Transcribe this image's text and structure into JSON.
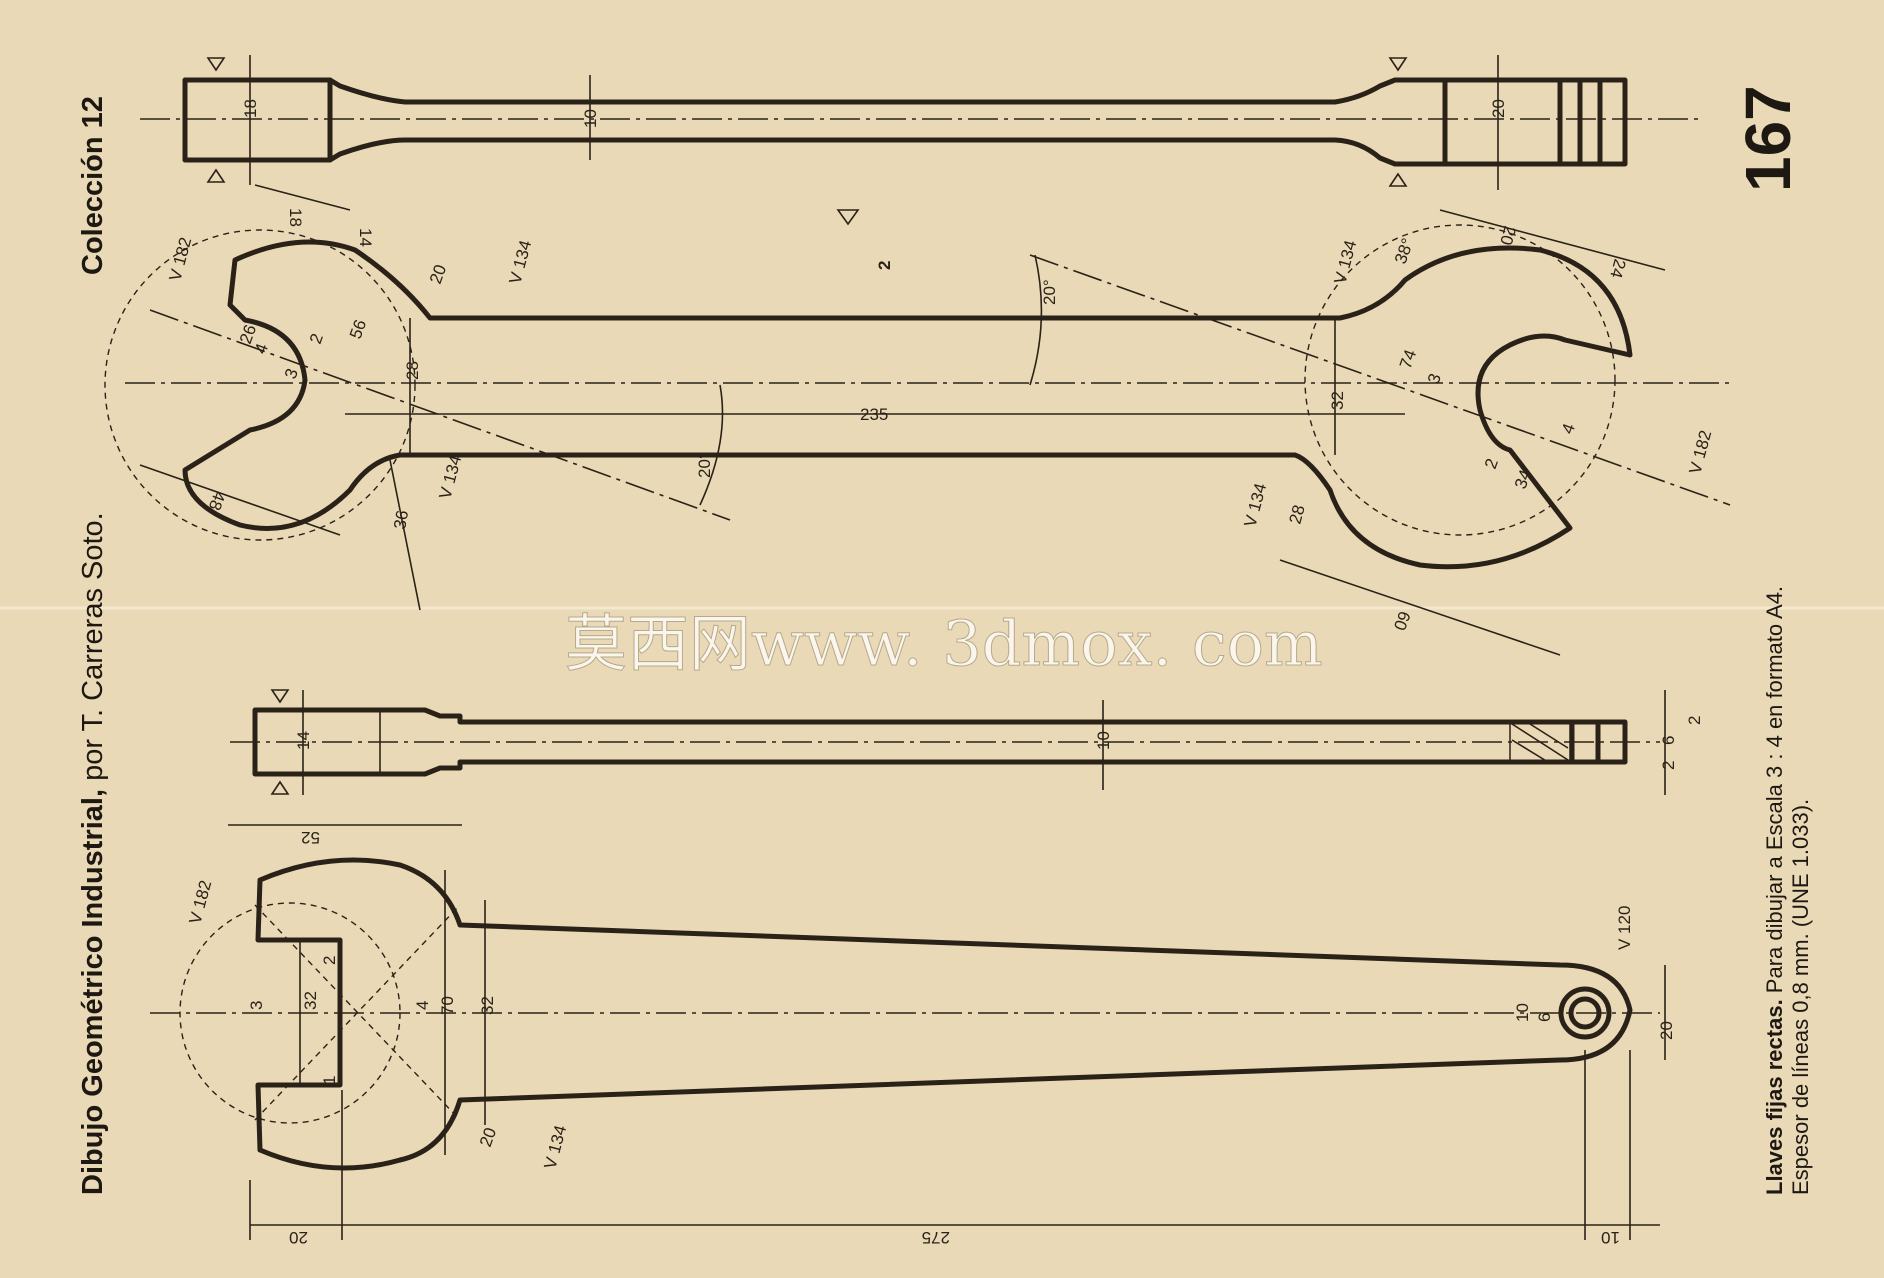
{
  "header": {
    "title_bold": "Dibujo Geométrico Industrial,",
    "title_rest": " por T. Carreras Soto.",
    "collection": "Colección 12",
    "page_number": "167"
  },
  "caption": {
    "title_bold": "Llaves fijas rectas.",
    "line1_rest": "  Para dibujar a Escala 3 : 4 en formato A4.",
    "line2": "Espesor de líneas 0,8 mm.  (UNE 1.033)."
  },
  "watermark": "莫西网www. 3dmox. com",
  "surface_finish": "2",
  "top_views": {
    "upper_left_thickness": "18",
    "upper_shaft_thickness": "10",
    "upper_right_thickness": "20",
    "lower_left_thickness": "14",
    "lower_shaft_thickness": "10",
    "lower_right_dims": [
      "6",
      "2",
      "2"
    ]
  },
  "double_wrench": {
    "length": "235",
    "left_jaw_width": "18",
    "left_dim_14": "14",
    "left_radius_a": "V 182",
    "left_radius_b": "V 134",
    "left_dim_20": "20",
    "left_dim_26": "26",
    "left_dim_56": "56",
    "left_pts": [
      "4",
      "2",
      "3"
    ],
    "left_handle": "28",
    "left_radius_c": "V 134",
    "left_dim_36": "36",
    "left_dim_48": "48",
    "angle_upper": "20°",
    "angle_lower": "20°",
    "right_radius_a": "V 134",
    "right_angle": "38°",
    "right_dim_20": "20",
    "right_dim_24": "24",
    "right_handle": "32",
    "right_pts": [
      "74",
      "3",
      "4",
      "2",
      "34"
    ],
    "right_radius_b": "V 182",
    "right_radius_c": "V 134",
    "right_dim_28": "28",
    "right_dim_60": "60"
  },
  "single_wrench": {
    "jaw_width": "52",
    "radius_a": "V 182",
    "pts": [
      "2",
      "3",
      "4",
      "1"
    ],
    "opening": "32",
    "head": "70",
    "neck": "32",
    "radius_b": "V 134",
    "dim_20b": "20",
    "end_radius": "V 120",
    "hole_outer": "10",
    "hole_inner": "6",
    "end_width": "20",
    "left_offset": "20",
    "length": "275",
    "right_offset": "10"
  }
}
